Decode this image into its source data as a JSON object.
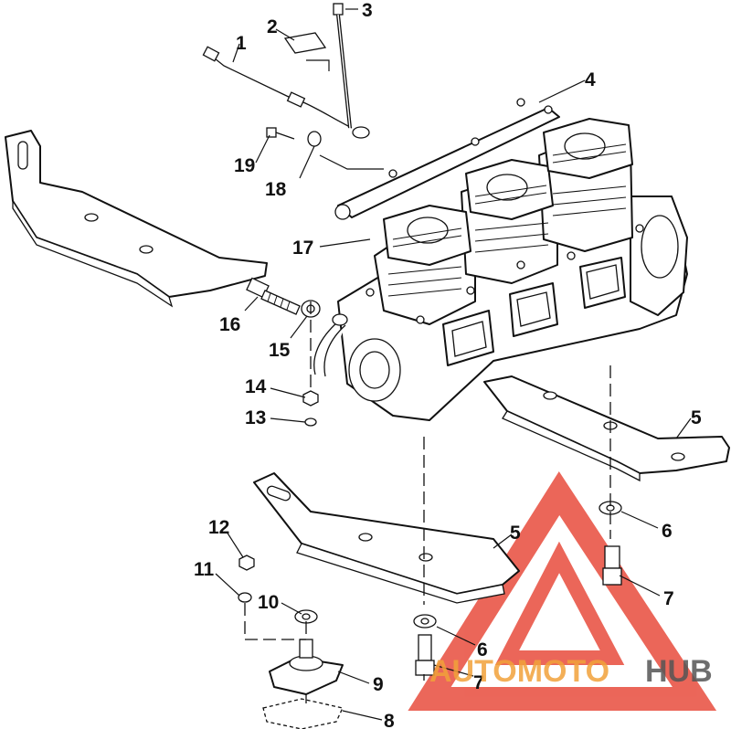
{
  "callouts": [
    {
      "id": "1",
      "label": "1"
    },
    {
      "id": "2",
      "label": "2"
    },
    {
      "id": "3",
      "label": "3"
    },
    {
      "id": "4",
      "label": "4"
    },
    {
      "id": "5a",
      "label": "5"
    },
    {
      "id": "5b",
      "label": "5"
    },
    {
      "id": "6a",
      "label": "6"
    },
    {
      "id": "6b",
      "label": "6"
    },
    {
      "id": "7a",
      "label": "7"
    },
    {
      "id": "7b",
      "label": "7"
    },
    {
      "id": "8",
      "label": "8"
    },
    {
      "id": "9",
      "label": "9"
    },
    {
      "id": "10",
      "label": "10"
    },
    {
      "id": "11",
      "label": "11"
    },
    {
      "id": "12",
      "label": "12"
    },
    {
      "id": "13",
      "label": "13"
    },
    {
      "id": "14",
      "label": "14"
    },
    {
      "id": "15",
      "label": "15"
    },
    {
      "id": "16",
      "label": "16"
    },
    {
      "id": "17",
      "label": "17"
    },
    {
      "id": "18",
      "label": "18"
    },
    {
      "id": "19",
      "label": "19"
    }
  ],
  "watermark": {
    "part1": "AUTOMOTO",
    "part2": "HUB",
    "colors": {
      "red": "#e84c3d",
      "orange": "#f2a23a",
      "gray": "#555555"
    }
  }
}
